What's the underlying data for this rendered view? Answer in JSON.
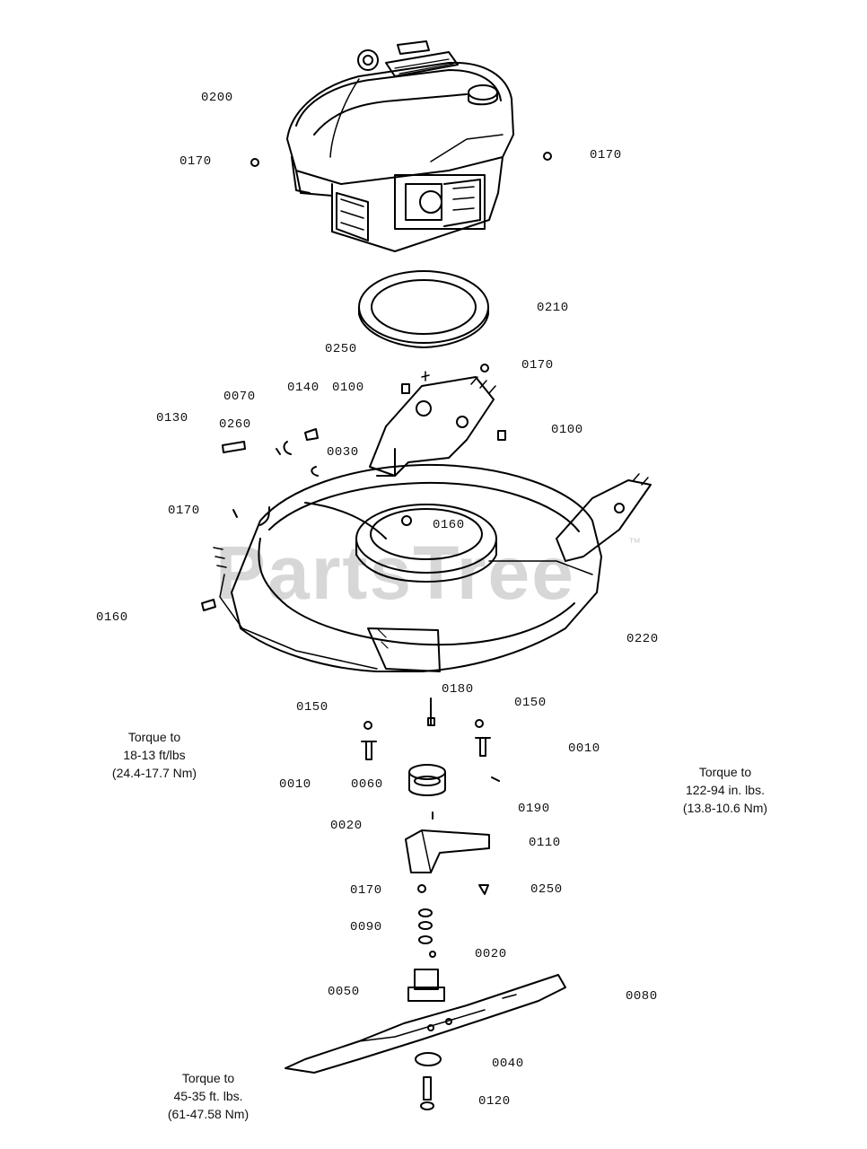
{
  "watermark": {
    "text": "PartsTree",
    "tm": "™"
  },
  "callouts": {
    "c0200": "0200",
    "c0170_a": "0170",
    "c0170_b": "0170",
    "c0210": "0210",
    "c0250_a": "0250",
    "c0170_c": "0170",
    "c0140": "0140",
    "c0100_a": "0100",
    "c0070": "0070",
    "c0130": "0130",
    "c0260": "0260",
    "c0100_b": "0100",
    "c0030": "0030",
    "c0170_d": "0170",
    "c0160_a": "0160",
    "c0160_b": "0160",
    "c0220": "0220",
    "c0180": "0180",
    "c0150_a": "0150",
    "c0150_b": "0150",
    "c0010_a": "0010",
    "c0010_b": "0010",
    "c0060": "0060",
    "c0190": "0190",
    "c0020_a": "0020",
    "c0110": "0110",
    "c0170_e": "0170",
    "c0250_b": "0250",
    "c0090": "0090",
    "c0020_b": "0020",
    "c0050": "0050",
    "c0080": "0080",
    "c0040": "0040",
    "c0120": "0120"
  },
  "notes": {
    "torque1": [
      "Torque to",
      "18-13 ft/lbs",
      "(24.4-17.7 Nm)"
    ],
    "torque2": [
      "Torque to",
      "122-94 in. lbs.",
      "(13.8-10.6 Nm)"
    ],
    "torque3": [
      "Torque to",
      "45-35 ft. lbs.",
      "(61-47.58 Nm)"
    ]
  }
}
